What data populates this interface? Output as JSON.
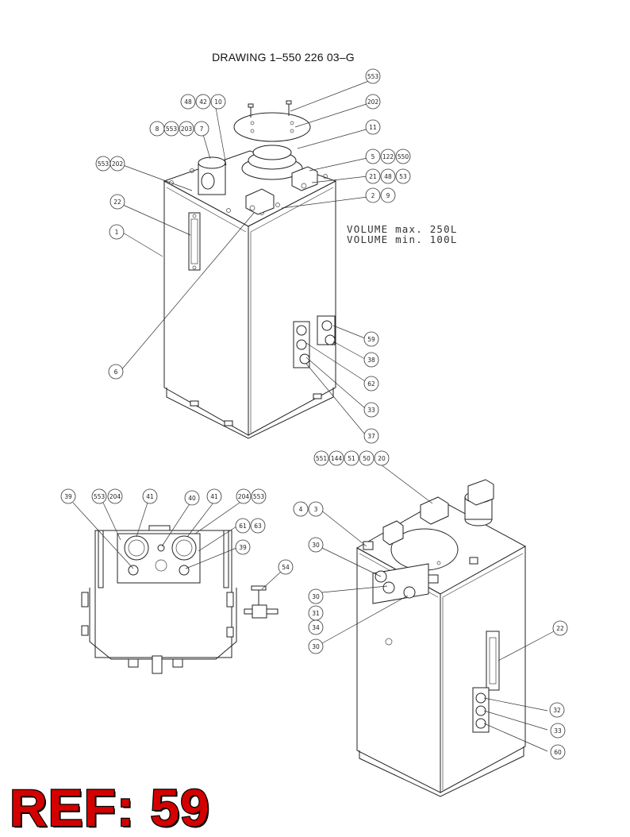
{
  "drawing": {
    "title": "DRAWING 1–550 226 03–G",
    "volume_max": "VOLUME max. 250L",
    "volume_min": "VOLUME min. 100L",
    "ref_label": "REF: 59"
  },
  "callouts": {
    "top_view": [
      "553",
      "202",
      "11",
      "5",
      "122",
      "550",
      "21",
      "48",
      "53",
      "2",
      "9",
      "48",
      "42",
      "10",
      "8",
      "553",
      "203",
      "7",
      "553",
      "202",
      "22",
      "1",
      "6",
      "59",
      "38",
      "62",
      "33",
      "37"
    ],
    "front_view": [
      "39",
      "553",
      "204",
      "41",
      "40",
      "41",
      "204",
      "553",
      "61",
      "63",
      "39",
      "54"
    ],
    "rear_view": [
      "551",
      "144",
      "51",
      "50",
      "20",
      "4",
      "3",
      "30",
      "30",
      "31",
      "34",
      "30",
      "22",
      "32",
      "33",
      "60"
    ]
  }
}
